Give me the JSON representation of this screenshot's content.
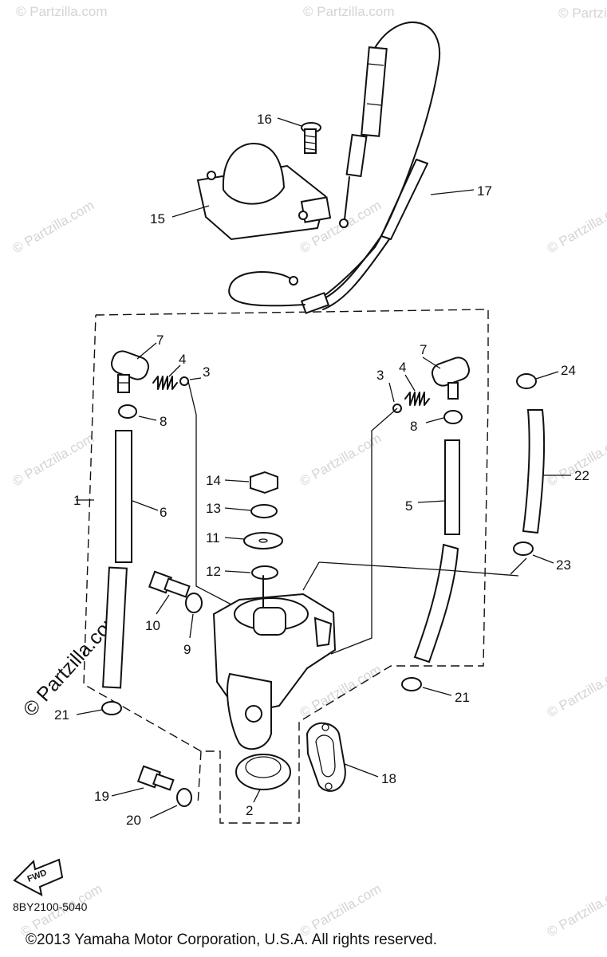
{
  "watermark": {
    "text": "© Partzilla.com"
  },
  "callouts": [
    {
      "id": "c16",
      "text": "16"
    },
    {
      "id": "c17",
      "text": "17"
    },
    {
      "id": "c15",
      "text": "15"
    },
    {
      "id": "c7l",
      "text": "7"
    },
    {
      "id": "c4l",
      "text": "4"
    },
    {
      "id": "c3l",
      "text": "3"
    },
    {
      "id": "c7r",
      "text": "7"
    },
    {
      "id": "c4r",
      "text": "4"
    },
    {
      "id": "c3r",
      "text": "3"
    },
    {
      "id": "c24",
      "text": "24"
    },
    {
      "id": "c8l",
      "text": "8"
    },
    {
      "id": "c8r",
      "text": "8"
    },
    {
      "id": "c14",
      "text": "14"
    },
    {
      "id": "c13",
      "text": "13"
    },
    {
      "id": "c11",
      "text": "11"
    },
    {
      "id": "c12",
      "text": "12"
    },
    {
      "id": "c6",
      "text": "6"
    },
    {
      "id": "c5",
      "text": "5"
    },
    {
      "id": "c22",
      "text": "22"
    },
    {
      "id": "c23",
      "text": "23"
    },
    {
      "id": "c10",
      "text": "10"
    },
    {
      "id": "c9",
      "text": "9"
    },
    {
      "id": "c21l",
      "text": "21"
    },
    {
      "id": "c21r",
      "text": "21"
    },
    {
      "id": "c18",
      "text": "18"
    },
    {
      "id": "c19",
      "text": "19"
    },
    {
      "id": "c20",
      "text": "20"
    },
    {
      "id": "c2",
      "text": "2"
    },
    {
      "id": "c1",
      "text": "1"
    }
  ],
  "fwd_label": "FWD",
  "diagram_code": "8BY2100-5040",
  "copyright": "©2013 Yamaha Motor Corporation, U.S.A. All rights reserved."
}
